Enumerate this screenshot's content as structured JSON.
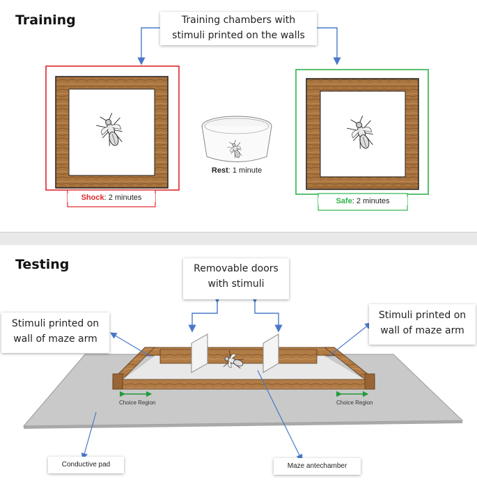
{
  "training": {
    "title": "Training",
    "callout": [
      "Training chambers with",
      "stimuli printed on the walls"
    ],
    "shock": {
      "label": "Shock",
      "rest": ": 2 minutes",
      "color": "#e0262b"
    },
    "rest": {
      "label": "Rest",
      "rest": ": 1 minute"
    },
    "safe": {
      "label": "Safe",
      "rest": ": 2 minutes",
      "color": "#2db24a"
    }
  },
  "testing": {
    "title": "Testing",
    "callout_doors": [
      "Removable doors",
      "with stimuli"
    ],
    "callout_left": [
      "Stimuli printed on",
      "wall of maze arm"
    ],
    "callout_right": [
      "Stimuli printed on",
      "wall of maze arm"
    ],
    "choice_left": "Choice Region",
    "choice_right": "Choice Region",
    "pad": "Conductive pad",
    "antechamber": "Maze antechamber"
  },
  "colors": {
    "arrow": "#4a78c8",
    "wood": "#a9743f",
    "pad": "#c9c9c9",
    "choice_arrow": "#1f9b3a"
  }
}
